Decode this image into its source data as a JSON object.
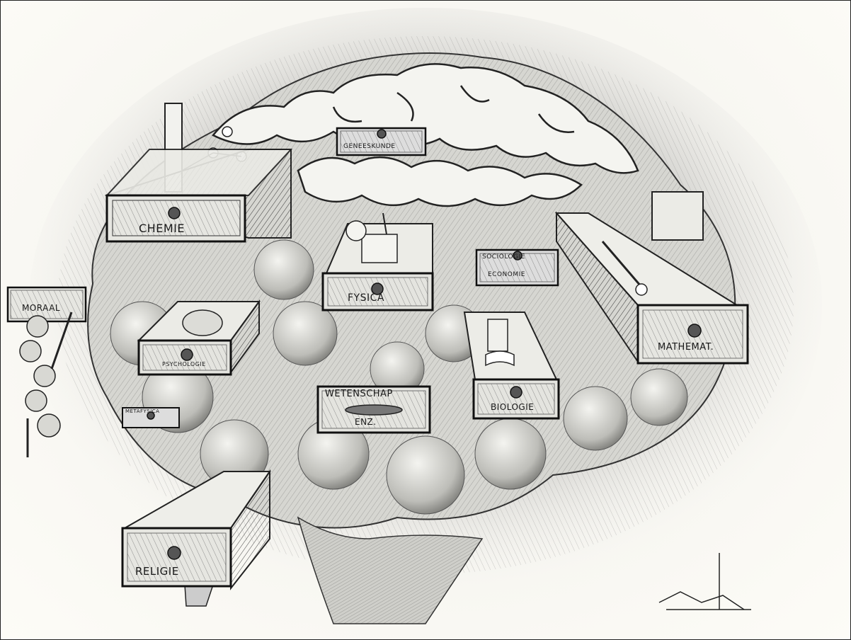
{
  "artwork": {
    "drawers": {
      "chemie": "CHEMIE",
      "geneeskunde": "GENEESKUNDE",
      "fysica": "FYSICA",
      "sociologie": "SOCIOLOGIE",
      "economie": "ECONOMIE",
      "mathemat": "MATHEMAT.",
      "moraal": "MORAAL",
      "psychologie": "PSYCHOLOGIE",
      "wetenschap": "WETENSCHAP",
      "enz": "ENZ.",
      "biologie": "BIOLOGIE",
      "filosofie": "METAFYSICA",
      "religie": "RELIGIE"
    }
  }
}
